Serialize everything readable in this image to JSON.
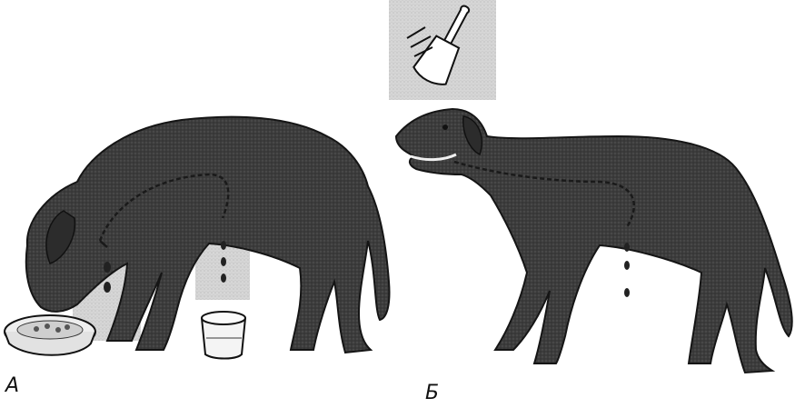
{
  "panels": [
    {
      "label": "А"
    },
    {
      "label": "Б"
    }
  ],
  "colors": {
    "dog_body": "#3a3a3a",
    "dog_outline": "#151515",
    "background_shade": "#c9c9c9",
    "bowl": "#f2f2f2",
    "duct": "#1a1a1a"
  },
  "icons": [
    "dog-eating-figure",
    "dog-bell-figure",
    "bell-icon",
    "food-bowl-icon",
    "collection-beaker-icon",
    "saliva-drop-icon"
  ]
}
